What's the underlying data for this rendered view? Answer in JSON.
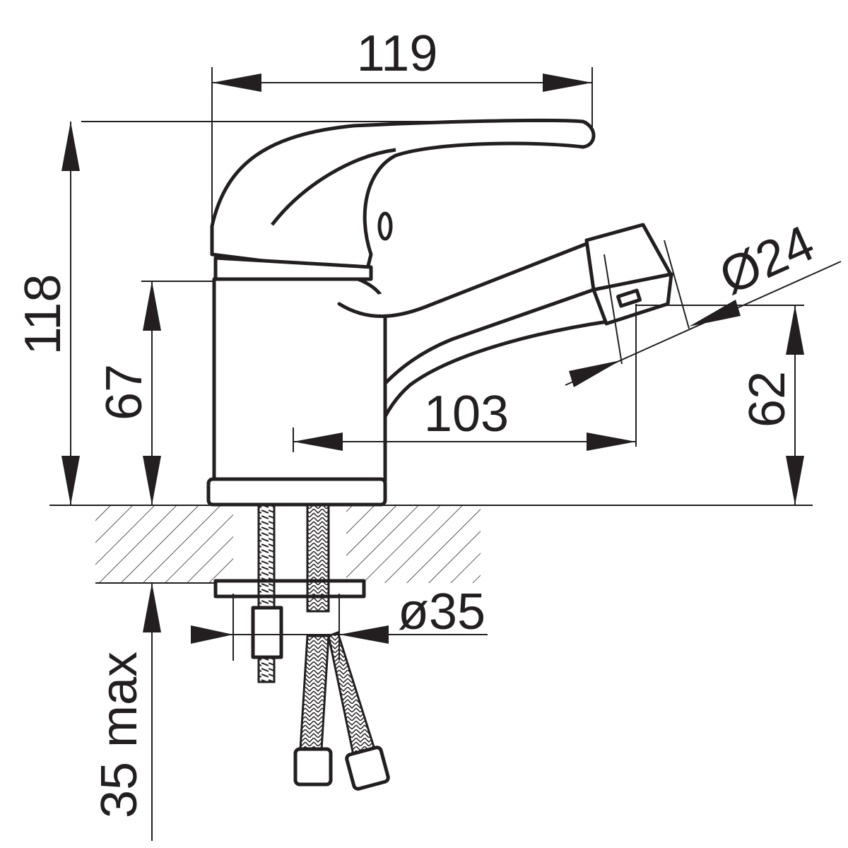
{
  "drawing": {
    "title": "Basin mixer tap dimension drawing",
    "dimensions": {
      "overall_width": "119",
      "overall_height": "118",
      "body_height": "67",
      "spout_height": "62",
      "spout_reach": "103",
      "aerator_diameter": "Ø24",
      "mounting_hole_diameter": "ø35",
      "max_deck_thickness": "35 max"
    },
    "colors": {
      "line": "#231f20",
      "background": "#ffffff"
    }
  }
}
